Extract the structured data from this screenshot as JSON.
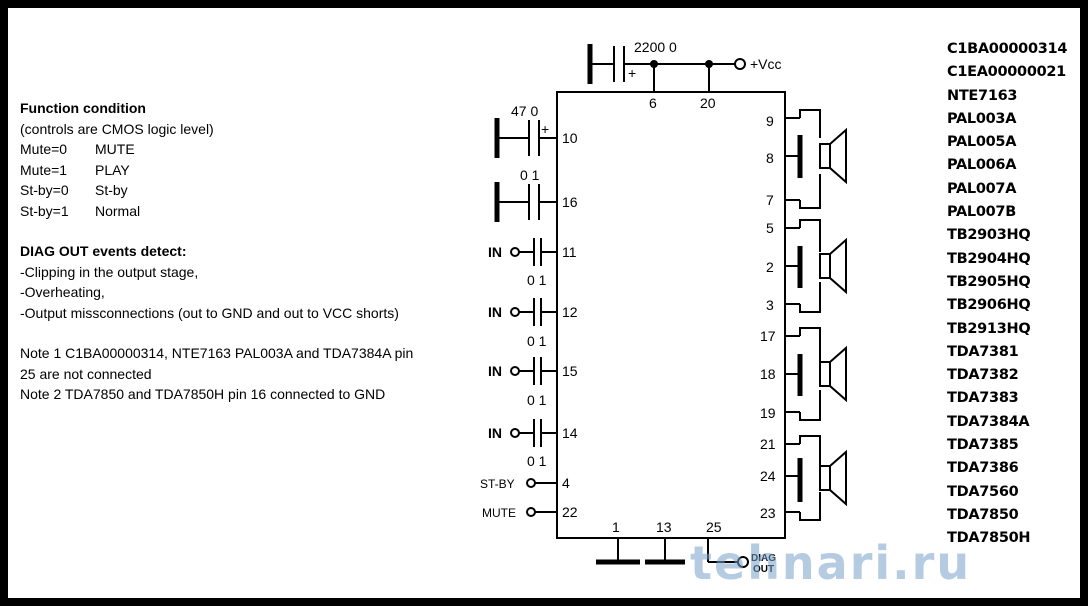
{
  "function_condition": {
    "title": "Function condition",
    "subtitle": "(controls are CMOS logic level)",
    "rows": [
      {
        "k": "Mute=0",
        "v": "MUTE"
      },
      {
        "k": "Mute=1",
        "v": "PLAY"
      },
      {
        "k": "St-by=0",
        "v": "St-by"
      },
      {
        "k": "St-by=1",
        "v": "Normal"
      }
    ]
  },
  "diag": {
    "title": "DIAG OUT events detect:",
    "items": [
      "-Clipping in the output stage,",
      "-Overheating,",
      "-Output missconnections (out to GND and out to VCC shorts)"
    ]
  },
  "notes": [
    "Note 1  C1BA00000314, NTE7163  PAL003A and TDA7384A pin",
    "25 are not connected",
    "Note 2  TDA7850 and TDA7850H pin 16 connected to GND"
  ],
  "parts": [
    "C1BA00000314",
    "C1EA00000021",
    "NTE7163",
    "PAL003A",
    "PAL005A",
    "PAL006A",
    "PAL007A",
    "PAL007B",
    "TB2903HQ",
    "TB2904HQ",
    "TB2905HQ",
    "TB2906HQ",
    "TB2913HQ",
    "TDA7381",
    "TDA7382",
    "TDA7383",
    "TDA7384A",
    "TDA7385",
    "TDA7386",
    "TDA7560",
    "TDA7850",
    "TDA7850H"
  ],
  "schematic": {
    "vcc_label": "+Vcc",
    "cap_2200": "2200 0",
    "cap_47": "47 0",
    "cap_01": "0 1",
    "plus": "+",
    "in_label": "IN",
    "stby_label": "ST-BY",
    "mute_label": "MUTE",
    "diag_label_1": "DIAG",
    "diag_label_2": "OUT",
    "pins": {
      "p6": "6",
      "p20": "20",
      "p10": "10",
      "p16": "16",
      "p11": "11",
      "p12": "12",
      "p15": "15",
      "p14": "14",
      "p4": "4",
      "p22": "22",
      "p1": "1",
      "p13": "13",
      "p25": "25",
      "p9": "9",
      "p8": "8",
      "p7": "7",
      "p5": "5",
      "p2": "2",
      "p3": "3",
      "p17": "17",
      "p18": "18",
      "p19": "19",
      "p21": "21",
      "p24": "24",
      "p23": "23"
    }
  },
  "watermark": "tehnari.ru"
}
